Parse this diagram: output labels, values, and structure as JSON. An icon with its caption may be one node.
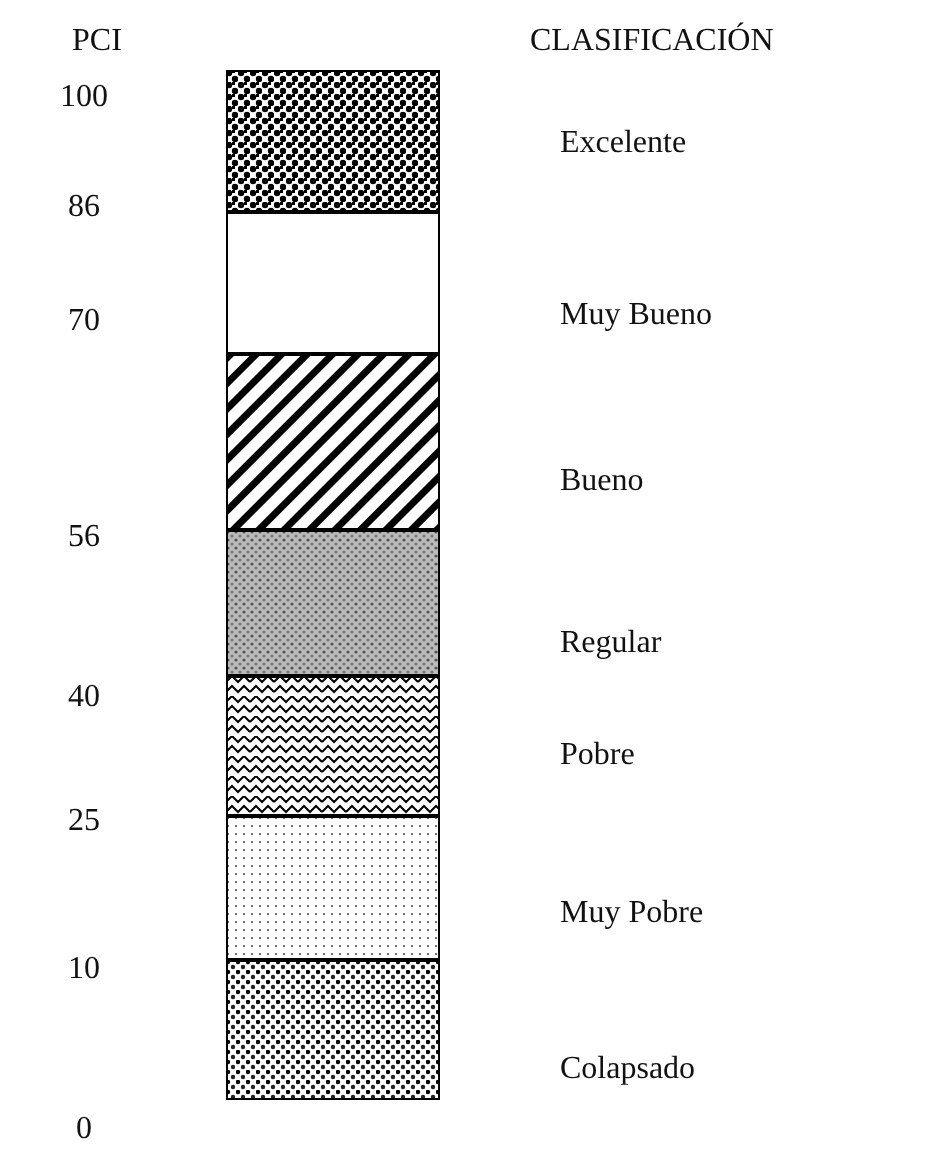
{
  "diagram": {
    "nodes": [
      {
        "text": [],
        "shape": "bar",
        "beside": [
          "Excelente"
        ]
      },
      {
        "text": [],
        "shape": "bar",
        "beside": [
          "Muy Bueno"
        ]
      },
      {
        "text": [],
        "shape": "bar",
        "beside": [
          "Bueno"
        ]
      },
      {
        "text": [],
        "shape": "bar",
        "beside": [
          "Regular"
        ]
      },
      {
        "text": [],
        "shape": "bar",
        "beside": [
          "Pobre"
        ]
      },
      {
        "text": [],
        "shape": "bar",
        "beside": [
          "Muy Pobre"
        ]
      },
      {
        "text": [],
        "shape": "bar",
        "beside": [
          "Colapsado"
        ]
      }
    ],
    "labels": [
      "PCI",
      "CLASIFICACIÓN",
      "100",
      "86",
      "70",
      "56",
      "40",
      "25",
      "10",
      "0"
    ]
  }
}
